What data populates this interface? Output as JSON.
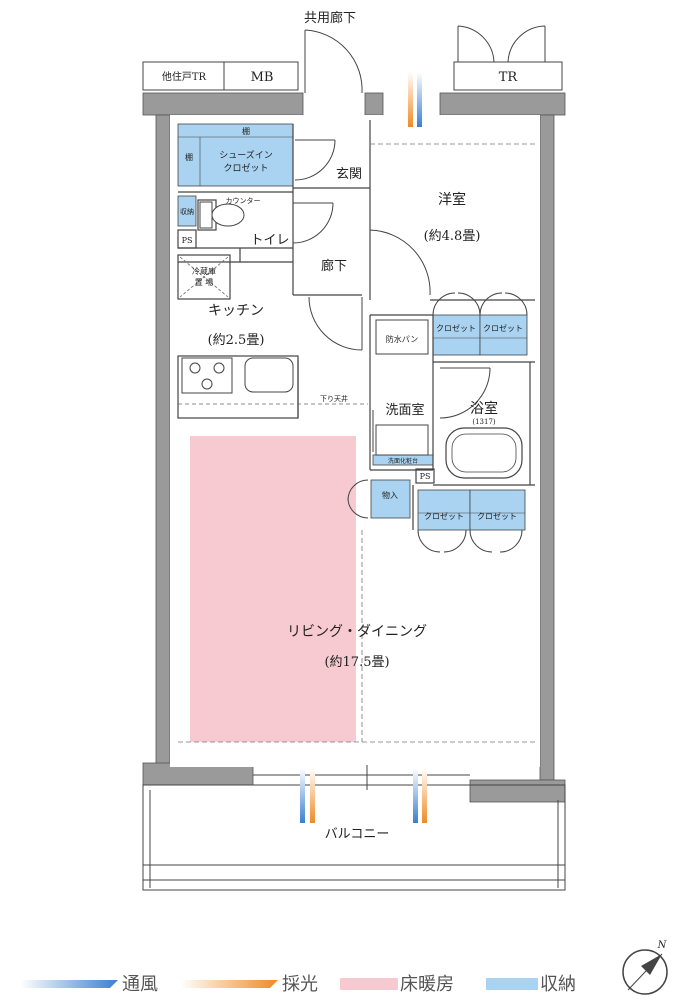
{
  "colors": {
    "ventilation": "#3a7fd0",
    "lighting": "#ef8a24",
    "floor_heating": "#f7c9d0",
    "storage": "#a9d3f0",
    "wall": "#9a9a9a",
    "line": "#444444"
  },
  "labels": {
    "corridor_top": "共用廊下",
    "other_unit_tr": "他住戸TR",
    "mb": "MB",
    "tr": "TR",
    "shelf_top": "棚",
    "shelf_left": "棚",
    "shoes_closet_1": "シューズイン",
    "shoes_closet_2": "クロゼット",
    "entrance": "玄関",
    "counter": "カウンター",
    "storage_small": "収納",
    "ps_left": "PS",
    "toilet": "トイレ",
    "hallway": "廊下",
    "fridge_1": "冷蔵庫",
    "fridge_2": "置 場",
    "western_room": "洋室",
    "western_size": "(約4.8畳)",
    "kitchen": "キッチン",
    "kitchen_size": "(約2.5畳)",
    "closet_a": "クロゼット",
    "closet_b": "クロゼット",
    "pan": "防水パン",
    "ceiling_drop": "下り天井",
    "washroom": "洗面室",
    "bathroom": "浴室",
    "bath_size": "(1317)",
    "washbasin": "洗面化粧台",
    "ps_mid": "PS",
    "storage_in": "物入",
    "closet_c": "クロゼット",
    "closet_d": "クロゼット",
    "living": "リビング・ダイニング",
    "living_size": "(約17.5畳)",
    "balcony": "バルコニー"
  },
  "legend": {
    "ventilation": "通風",
    "lighting": "採光",
    "floor_heating": "床暖房",
    "storage": "収納"
  },
  "compass": {
    "north": "N"
  }
}
